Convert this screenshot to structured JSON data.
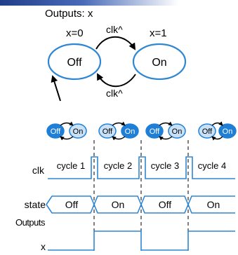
{
  "fsm": {
    "title": "Outputs: x",
    "states": [
      {
        "name": "Off",
        "output": "x=0"
      },
      {
        "name": "On",
        "output": "x=1"
      }
    ],
    "transition_label": "clk^"
  },
  "cycle_icons": [
    {
      "left": "Off",
      "right": "On",
      "active": "left"
    },
    {
      "left": "Off",
      "right": "On",
      "active": "right"
    },
    {
      "left": "Off",
      "right": "On",
      "active": "left"
    },
    {
      "left": "Off",
      "right": "On",
      "active": "right"
    }
  ],
  "timing": {
    "signals": [
      "clk",
      "state",
      "Outputs",
      "x"
    ],
    "cycles": [
      "cycle 1",
      "cycle 2",
      "cycle 3",
      "cycle 4"
    ],
    "state_values": [
      "Off",
      "On",
      "Off",
      "On"
    ],
    "x_values": [
      0,
      1,
      0,
      1
    ]
  },
  "colors": {
    "active_fill": "#1f7fd6",
    "inactive_fill": "#c9e1f6",
    "state_stroke": "#2f86d2"
  }
}
